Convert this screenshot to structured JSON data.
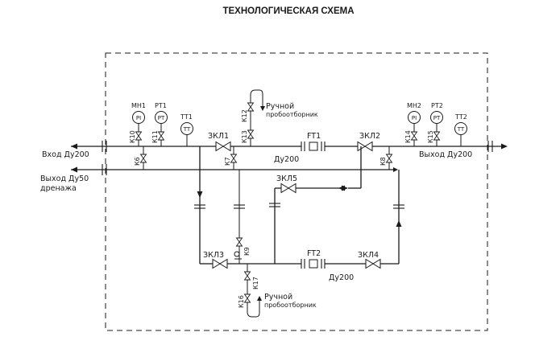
{
  "title": "ТЕХНОЛОГИЧЕСКАЯ СХЕМА",
  "header_ghost": [
    "",
    ""
  ],
  "pipes": {
    "inlet": "Вход Ду200",
    "outlet": "Выход Ду200",
    "drain_line1": "Выход Ду50",
    "drain_line2": "дренажа",
    "top_dn": "Ду200",
    "bottom_dn": "Ду200"
  },
  "samplers": {
    "top_line1": "Ручной",
    "top_line2": "пробоотборник",
    "bottom_line1": "Ручной",
    "bottom_line2": "пробоотборник"
  },
  "instruments": {
    "mn1_tag": "МН1",
    "mn1_code": "PI",
    "rt1_tag": "РТ1",
    "rt1_code": "PT",
    "tt1_tag": "ТТ1",
    "tt1_code": "TT",
    "mn2_tag": "МН2",
    "mn2_code": "PI",
    "rt2_tag": "РТ2",
    "rt2_code": "PT",
    "tt2_tag": "ТТ2",
    "tt2_code": "TT"
  },
  "valves": {
    "zkl1": "ЗКЛ1",
    "zkl2": "ЗКЛ2",
    "zkl3": "ЗКЛ3",
    "zkl4": "ЗКЛ4",
    "zkl5": "ЗКЛ5",
    "k6": "К6",
    "k7": "К7",
    "k8": "К8",
    "k9": "К9",
    "k10": "К10",
    "k11": "К11",
    "k12": "К12",
    "k13": "К13",
    "k14": "К14",
    "k15": "К15",
    "k16": "К16",
    "k17": "К17"
  },
  "meters": {
    "ft1": "FT1",
    "ft2": "FT2"
  },
  "colors": {
    "line": "#1a1a1a",
    "background": "#ffffff"
  }
}
